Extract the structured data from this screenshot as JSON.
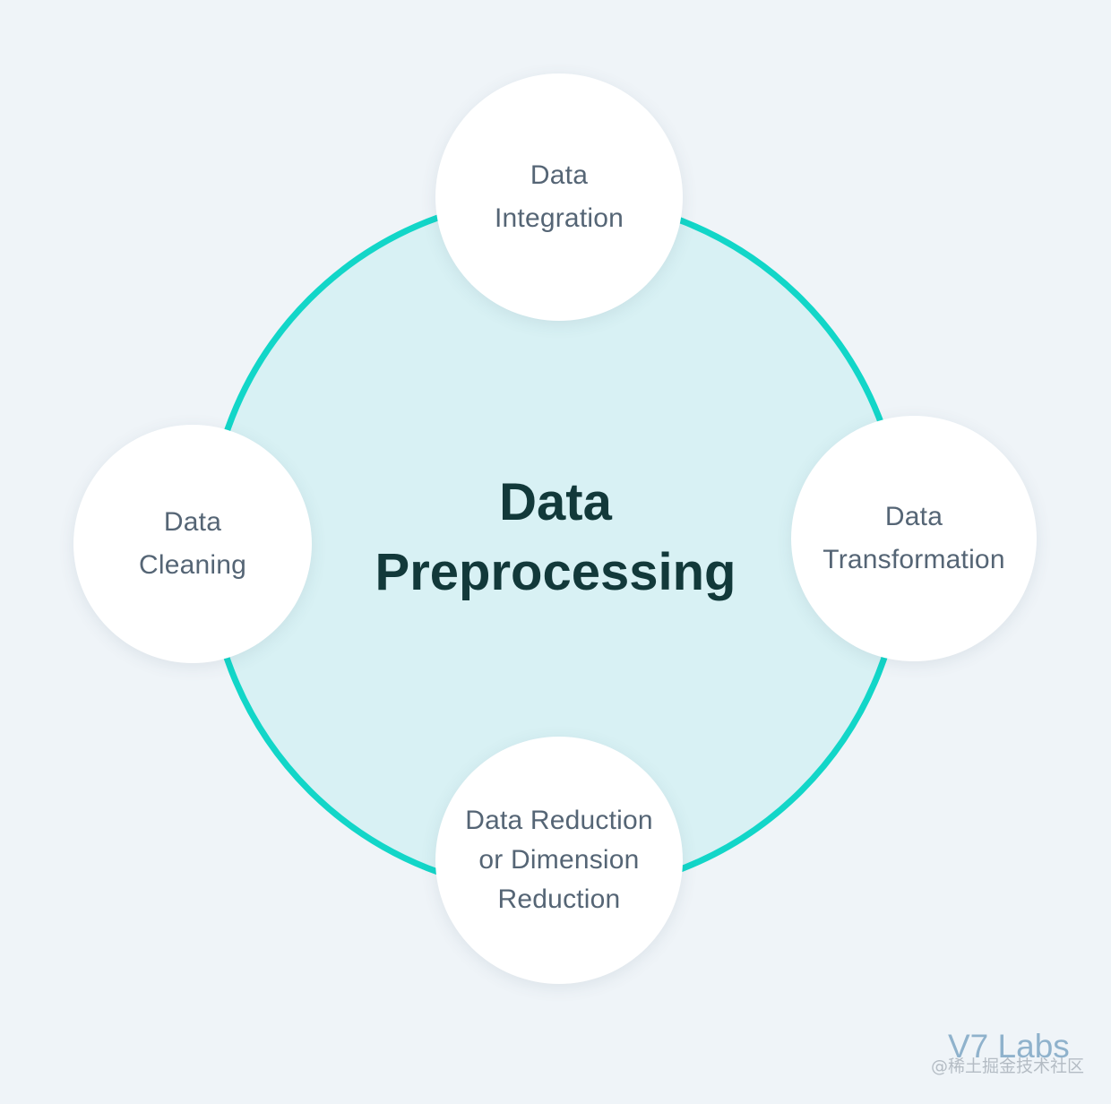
{
  "diagram": {
    "center": {
      "line1": "Data",
      "line2": "Preprocessing"
    },
    "nodes": {
      "integration": {
        "line1": "Data",
        "line2": "Integration"
      },
      "cleaning": {
        "line1": "Data",
        "line2": "Cleaning"
      },
      "transformation": {
        "line1": "Data",
        "line2": "Transformation"
      },
      "reduction": {
        "line1": "Data Reduction",
        "line2": "or Dimension",
        "line3": "Reduction"
      }
    },
    "colors": {
      "background": "#eff4f8",
      "ring": "#12d6c8",
      "ring_fill": "#d8f1f4",
      "node_fill": "#ffffff",
      "center_text": "#12393a",
      "node_text": "#556575",
      "brand_text": "#8fb2cc"
    }
  },
  "branding": {
    "logo_text": "V7 Labs",
    "watermark": "@稀土掘金技术社区"
  }
}
